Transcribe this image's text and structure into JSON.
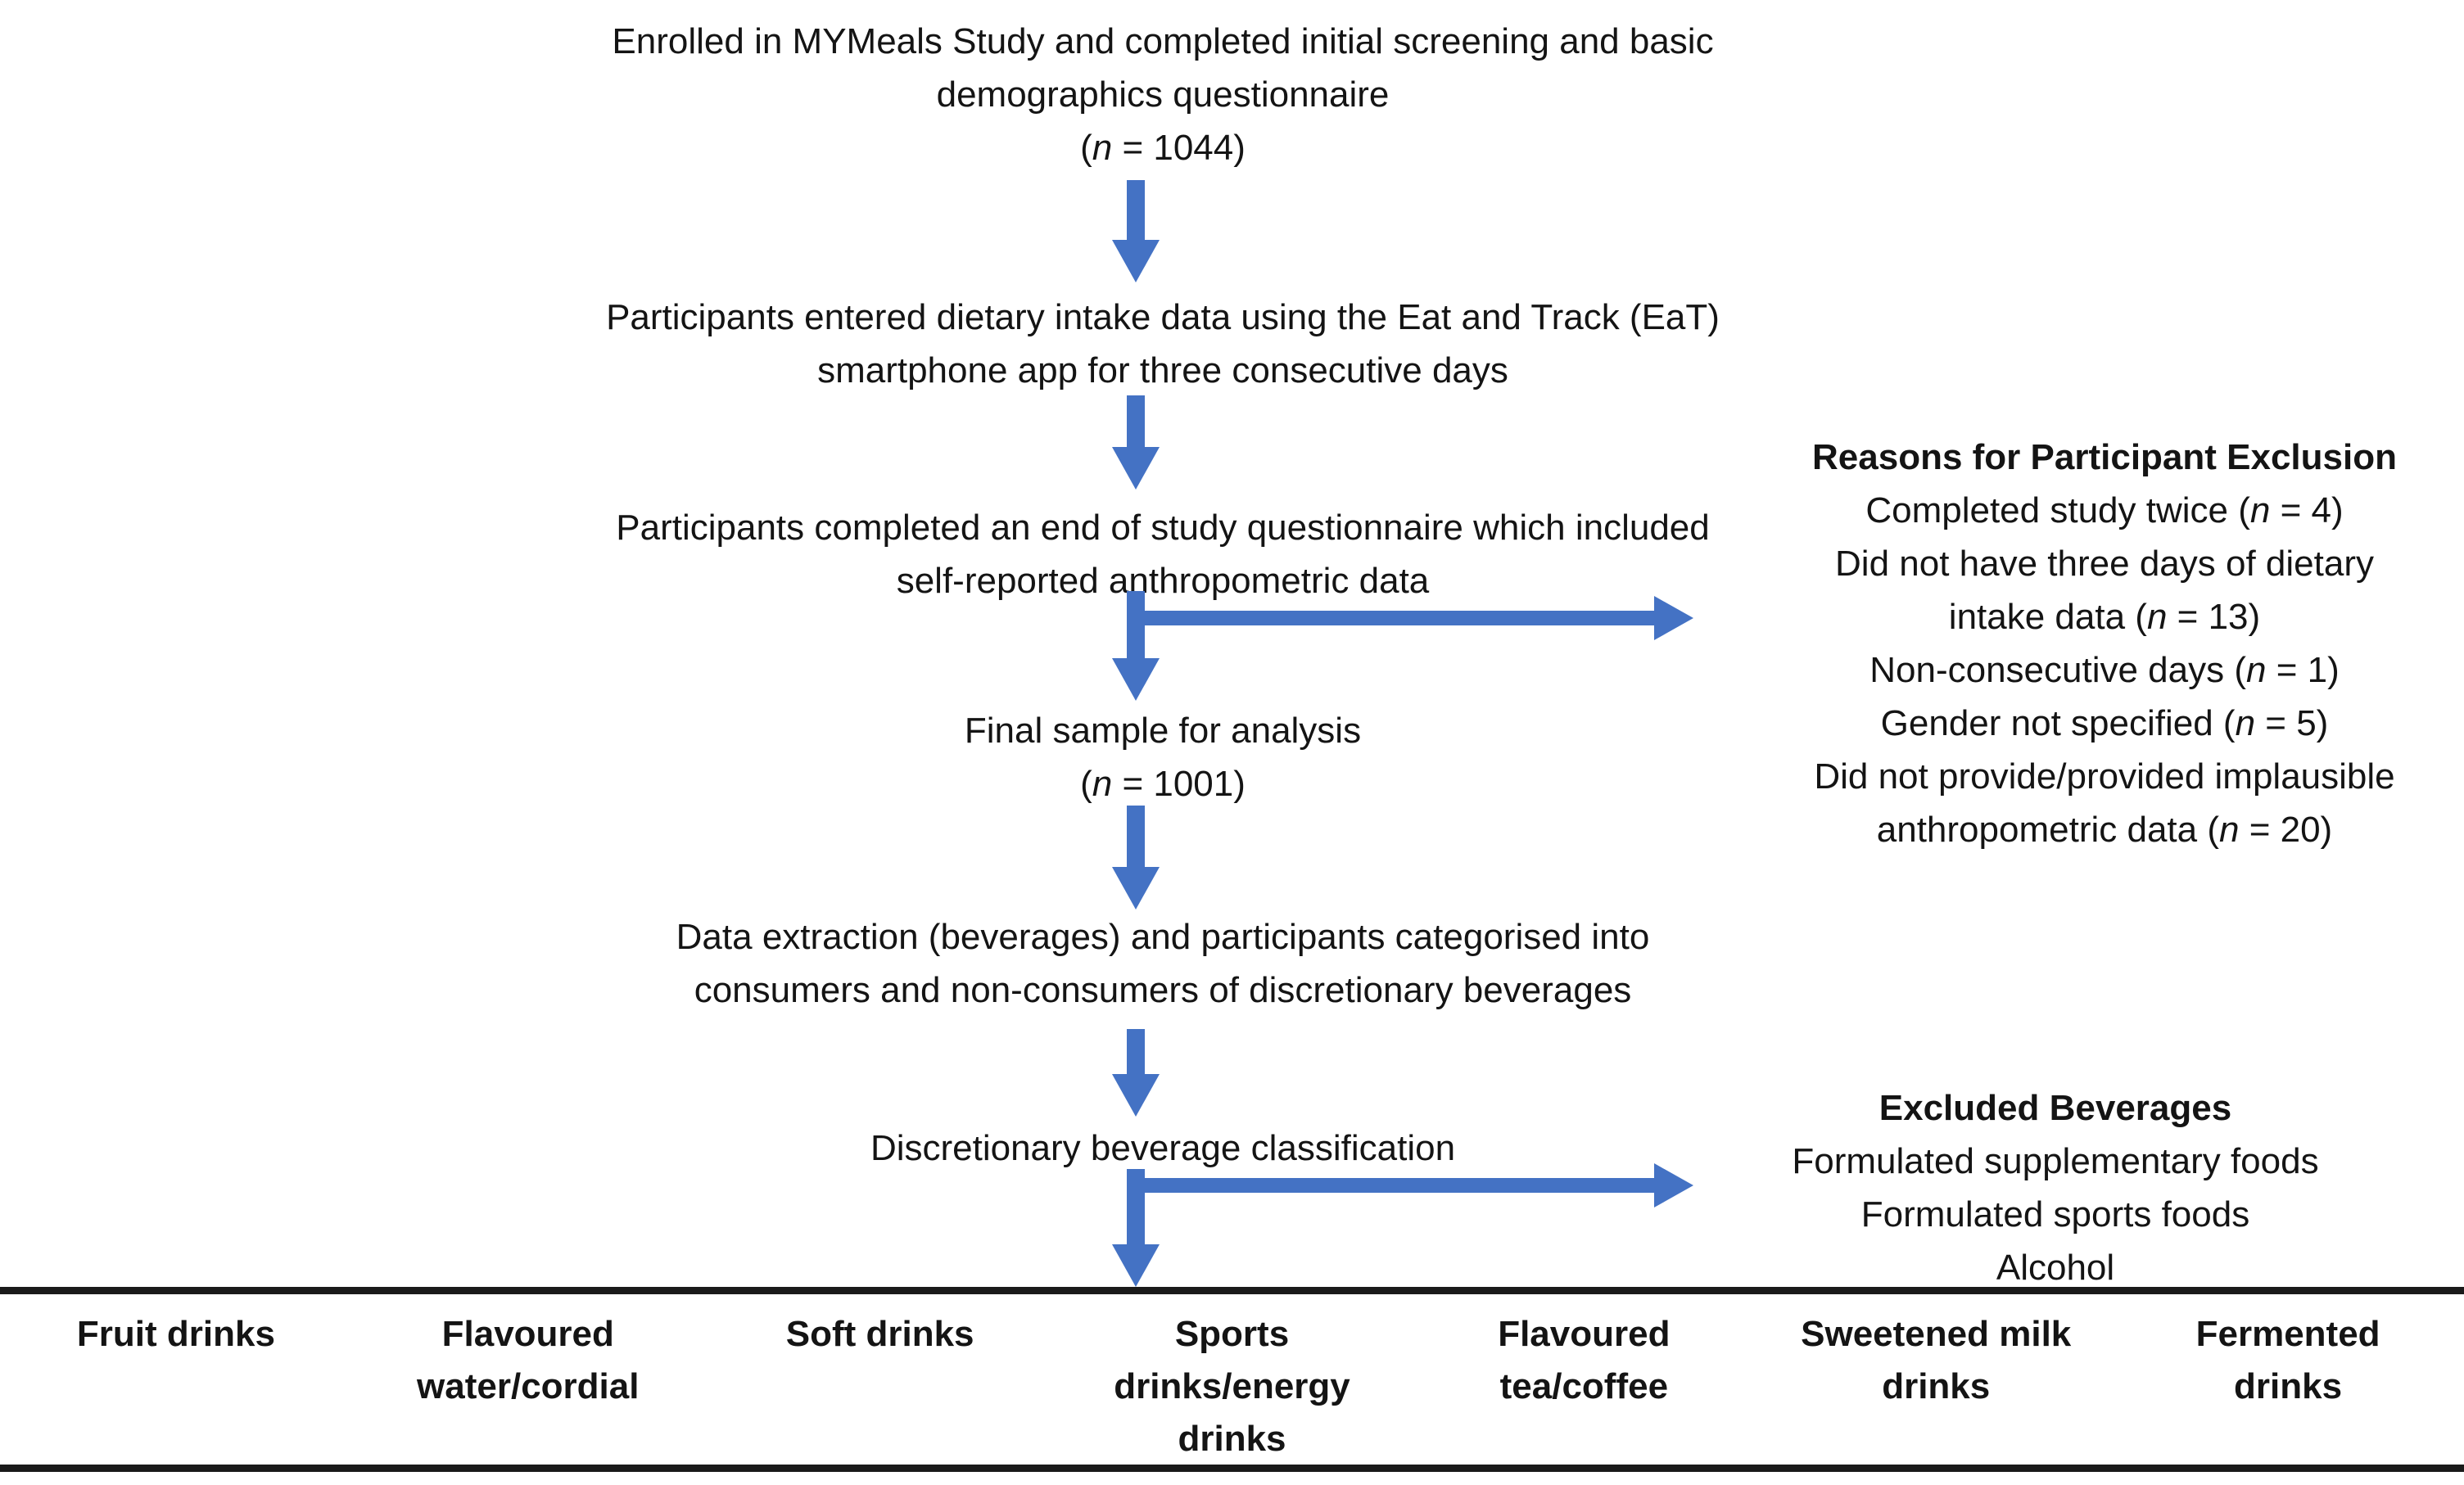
{
  "figure": {
    "colors": {
      "arrow": "#4472C4",
      "text": "#141414",
      "rule": "#1a1a1a"
    },
    "flow_blocks": [
      {
        "name": "enrolled",
        "lines": [
          "Enrolled in MYMeals Study and completed initial screening and basic",
          "demographics questionnaire",
          "(n = 1044)"
        ]
      },
      {
        "name": "dietary-intake-entry",
        "lines": [
          "Participants entered dietary intake data using the Eat and Track (EaT)",
          "smartphone app for three consecutive days"
        ]
      },
      {
        "name": "end-of-study-questionnaire",
        "lines": [
          "Participants completed an end of study questionnaire which included",
          "self-reported anthropometric data"
        ]
      },
      {
        "name": "final-sample",
        "lines": [
          "Final sample for analysis",
          "(n = 1001)"
        ]
      },
      {
        "name": "data-extraction",
        "lines": [
          "Data extraction (beverages) and participants categorised into",
          "consumers and non-consumers of discretionary beverages"
        ]
      },
      {
        "name": "classification",
        "lines": [
          "Discretionary beverage classification"
        ]
      }
    ],
    "exclusion_note": {
      "title": "Reasons for Participant Exclusion",
      "lines": [
        "Completed study twice (n = 4)",
        "Did not have three days of dietary",
        "intake data (n = 13)",
        "Non-consecutive days (n = 1)",
        "Gender not specified (n = 5)",
        "Did not provide/provided implausible",
        "anthropometric data (n = 20)"
      ]
    },
    "excluded_beverages_note": {
      "title": "Excluded Beverages",
      "lines": [
        "Formulated supplementary foods",
        "Formulated sports foods",
        "Alcohol"
      ]
    },
    "beverage_table": {
      "columns": [
        [
          "Fruit drinks"
        ],
        [
          "Flavoured",
          "water/cordial"
        ],
        [
          "Soft drinks"
        ],
        [
          "Sports",
          "drinks/energy",
          "drinks"
        ],
        [
          "Flavoured",
          "tea/coffee"
        ],
        [
          "Sweetened milk",
          "drinks"
        ],
        [
          "Fermented",
          "drinks"
        ]
      ]
    }
  }
}
